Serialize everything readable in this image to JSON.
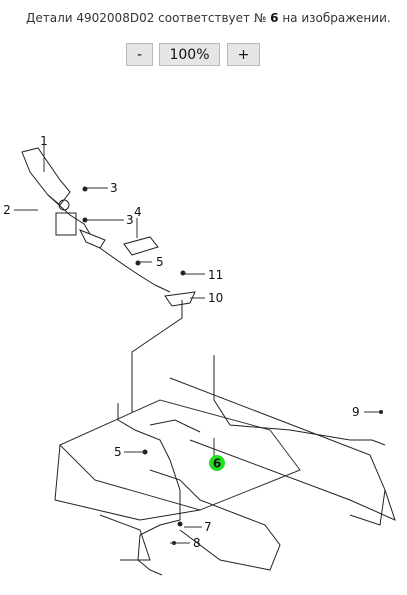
{
  "header": {
    "caption_prefix": "Детали 4902008D02 соответствует №",
    "highlight_number": "6",
    "caption_suffix": "на изображении."
  },
  "zoom": {
    "minus_label": "-",
    "level_label": "100%",
    "plus_label": "+"
  },
  "diagram": {
    "callouts": [
      "1",
      "2",
      "3",
      "3",
      "4",
      "5",
      "10",
      "11",
      "9",
      "5",
      "7",
      "8"
    ],
    "highlight_callout": "6",
    "highlight_color": "#22dd22"
  }
}
